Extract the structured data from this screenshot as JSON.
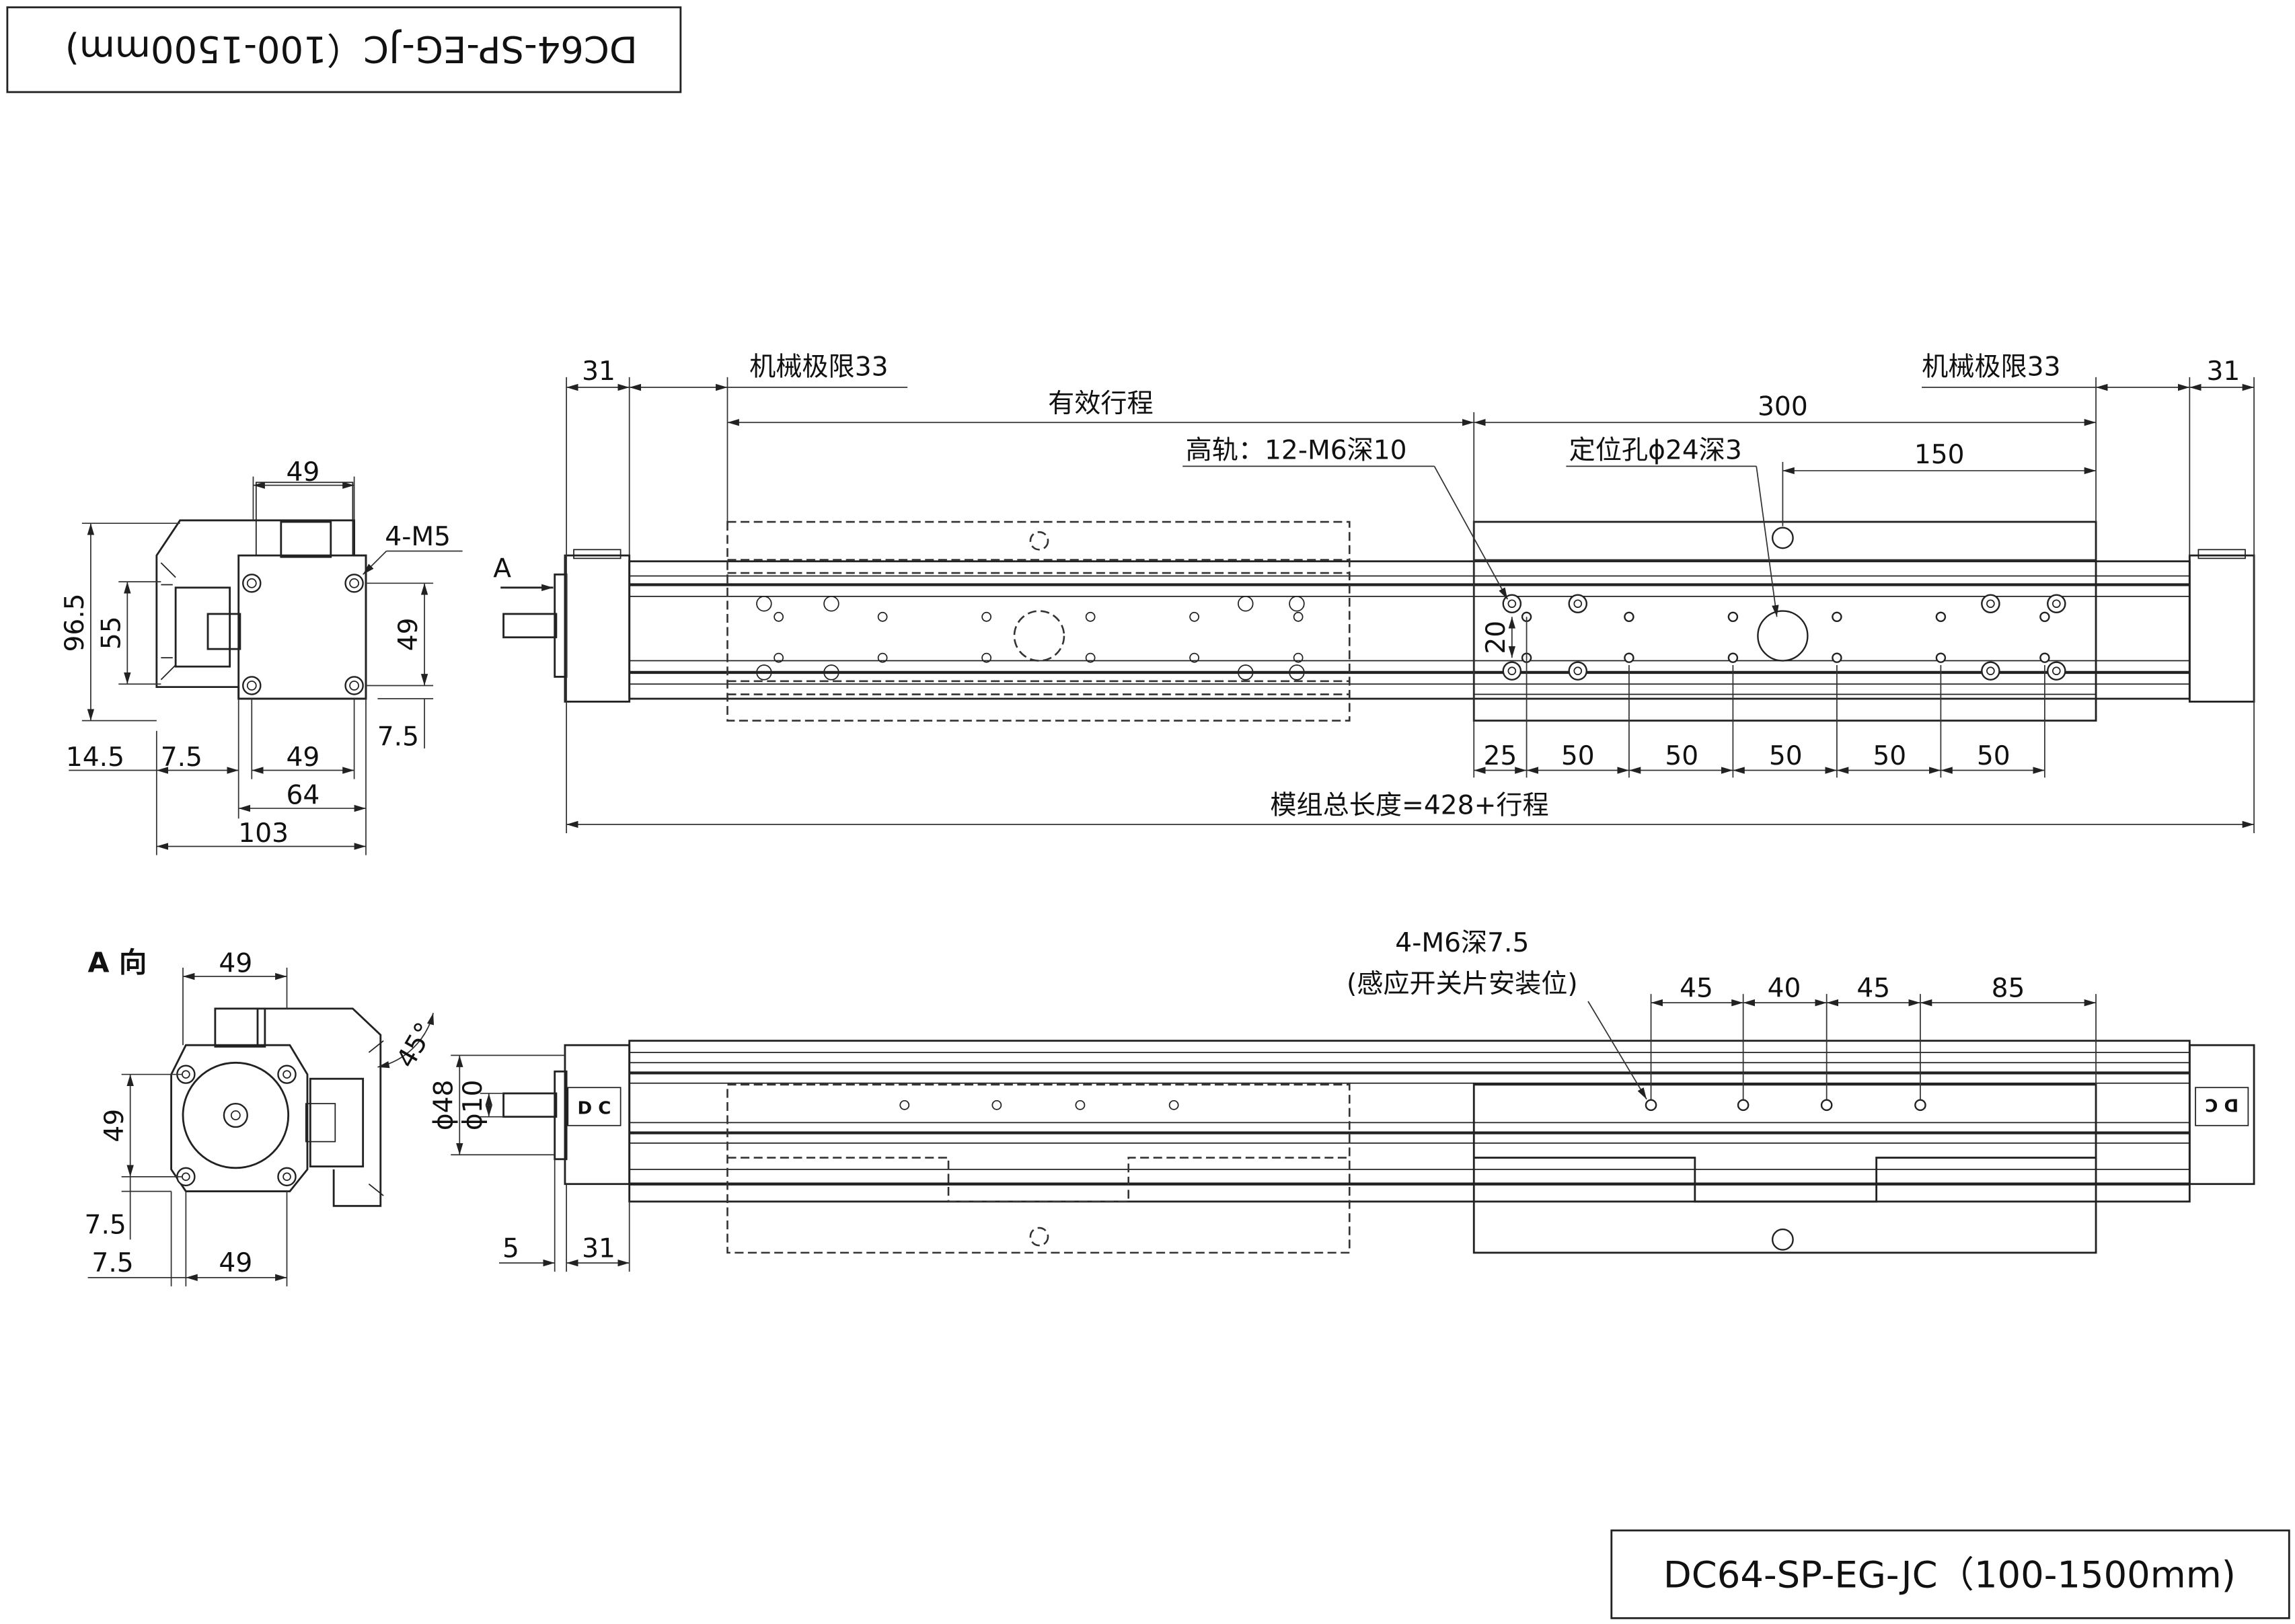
{
  "title_block": {
    "model": "DC64-SP-EG-JC（100-1500mm)",
    "model_mirrored": "DC64-SP-EG-JC（100-1500mm)"
  },
  "view_labels": {
    "arrow_a": "A",
    "view_a": "A 向"
  },
  "end_label": "D C",
  "top_view": {
    "dim_31_left": "31",
    "dim_31_right": "31",
    "mech_limit_left": "机械极限33",
    "mech_limit_right": "机械极限33",
    "effective_stroke": "有效行程",
    "dim_300": "300",
    "dim_150": "150",
    "slider_holes_note": "高轨：12-M6深10",
    "locating_hole_note": "定位孔ϕ24深3",
    "dim_20": "20",
    "hole_pitch": [
      "25",
      "50",
      "50",
      "50",
      "50",
      "50"
    ],
    "total_length": "模组总长度=428+行程"
  },
  "side_view": {
    "dim_49_top": "49",
    "note_4m5": "4-M5",
    "dim_96_5": "96.5",
    "dim_55": "55",
    "dim_49_right": "49",
    "dim_7_5_right": "7.5",
    "dim_14_5": "14.5",
    "dim_7_5_bottom": "7.5",
    "dim_49_bottom": "49",
    "dim_64": "64",
    "dim_103": "103"
  },
  "view_a": {
    "dim_49_top": "49",
    "angle": "45°",
    "dim_49_left": "49",
    "dim_7_5_a": "7.5",
    "dim_7_5_b": "7.5",
    "dim_49_bottom": "49"
  },
  "front_view": {
    "sensor_note_line1": "4-M6深7.5",
    "sensor_note_line2": "(感应开关片安装位)",
    "sensor_pitch": [
      "45",
      "40",
      "45",
      "85"
    ],
    "dia_48": "ϕ48",
    "dia_10": "ϕ10",
    "dim_5": "5",
    "dim_31": "31"
  }
}
